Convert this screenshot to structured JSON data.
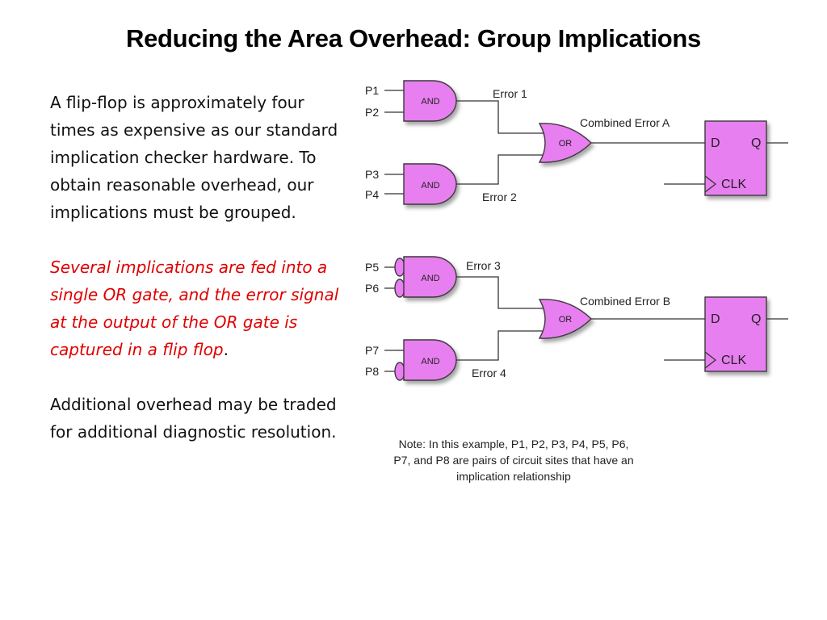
{
  "title": "Reducing the Area Overhead: Group Implications",
  "paragraphs": {
    "p1": "A flip-flop is approximately four times as expensive as our standard implication checker hardware.  To obtain reasonable overhead, our implications must be grouped.",
    "p2_italic": "Several implications are fed into a single OR gate, and the error signal at the output of the OR gate is captured in a flip flop",
    "p2_tail": ".",
    "p3": "Additional overhead may be traded for additional diagnostic resolution."
  },
  "diagram": {
    "gate_fill": "#e87ff0",
    "emphasis_color": "#e00000",
    "and_label": "AND",
    "or_label": "OR",
    "ff_d": "D",
    "ff_q": "Q",
    "ff_clk": "CLK",
    "top": {
      "inputs": [
        "P1",
        "P2",
        "P3",
        "P4"
      ],
      "errors": [
        "Error 1",
        "Error 2"
      ],
      "combined": "Combined Error A"
    },
    "bottom": {
      "inputs": [
        "P5",
        "P6",
        "P7",
        "P8"
      ],
      "errors": [
        "Error 3",
        "Error 4"
      ],
      "combined": "Combined Error B"
    },
    "note_lines": [
      "Note: In this example, P1, P2, P3, P4, P5, P6,",
      "P7, and P8 are pairs of circuit sites that have an",
      "implication relationship"
    ]
  }
}
